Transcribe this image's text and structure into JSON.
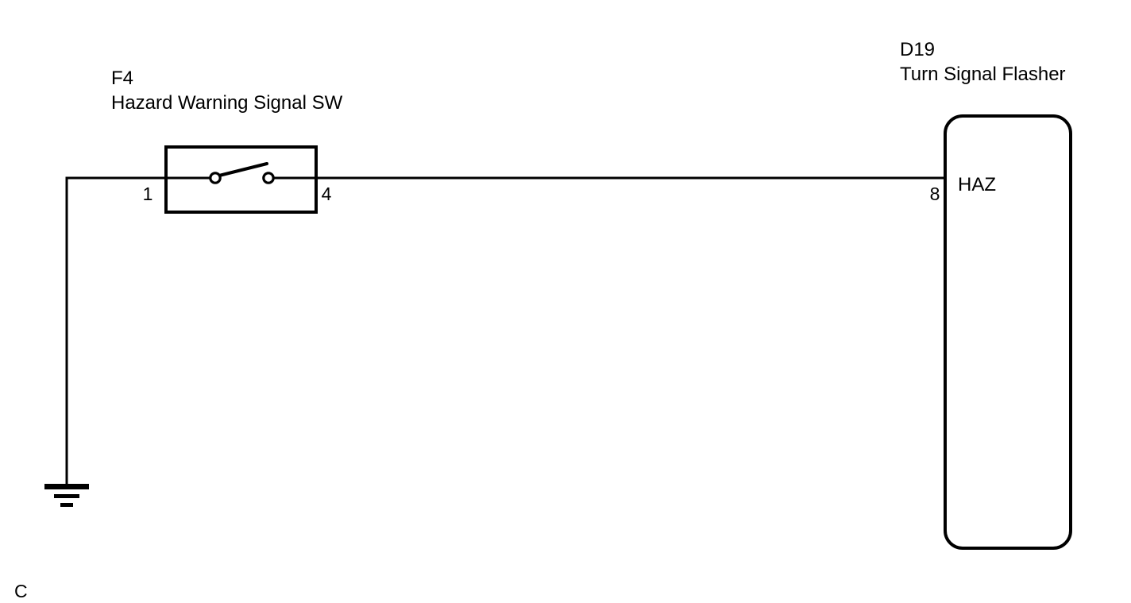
{
  "diagram": {
    "type": "automotive-wiring-schematic",
    "background_color": "#ffffff",
    "line_color": "#000000",
    "sheet_reference": "C",
    "components": [
      {
        "id": "F4",
        "designator": "F4",
        "name": "Hazard Warning Signal SW",
        "symbol": "switch-spst-normally-open",
        "pins": [
          {
            "number": "1",
            "side": "left"
          },
          {
            "number": "4",
            "side": "right"
          }
        ]
      },
      {
        "id": "D19",
        "designator": "D19",
        "name": "Turn Signal Flasher",
        "symbol": "rounded-connector-box",
        "pins": [
          {
            "number": "8",
            "label": "HAZ",
            "side": "left"
          }
        ]
      }
    ],
    "nets": [
      {
        "from": "F4.1",
        "to": "ground",
        "symbol": "chassis-ground"
      },
      {
        "from": "F4.4",
        "to": "D19.8"
      }
    ]
  },
  "labels": {
    "f4_designator": "F4",
    "f4_name": "Hazard Warning Signal SW",
    "f4_pin_left": "1",
    "f4_pin_right": "4",
    "d19_designator": "D19",
    "d19_name": "Turn Signal Flasher",
    "d19_pin_number": "8",
    "d19_pin_name": "HAZ",
    "sheet_ref": "C"
  }
}
